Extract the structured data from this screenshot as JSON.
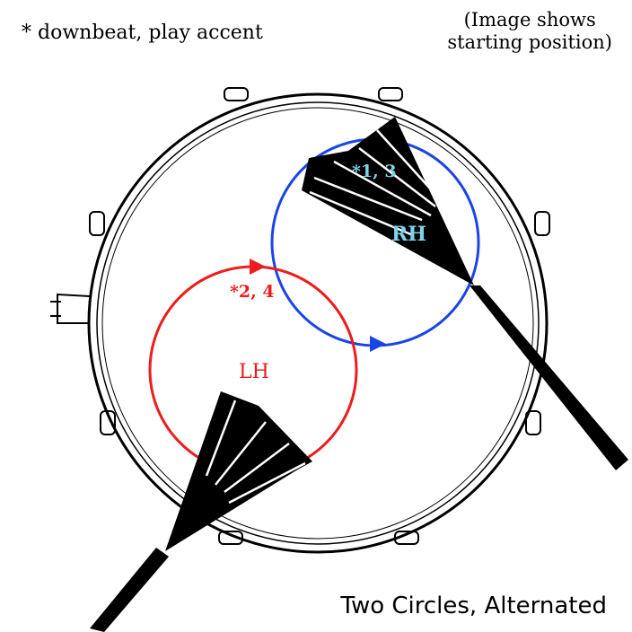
{
  "legend_note": "* downbeat, play accent",
  "caption": {
    "line1": "(Image shows",
    "line2": "starting position)"
  },
  "title": "Two Circles, Alternated",
  "right_hand": {
    "label": "RH",
    "beats": "*1, 3",
    "color": "#1a45e6",
    "label_color": "#7fd3ea"
  },
  "left_hand": {
    "label": "LH",
    "beats": "*2, 4",
    "color": "#ee1c1c",
    "label_color": "#ee1c1c"
  },
  "icons": [
    "snare-drum-icon",
    "brush-icon"
  ]
}
